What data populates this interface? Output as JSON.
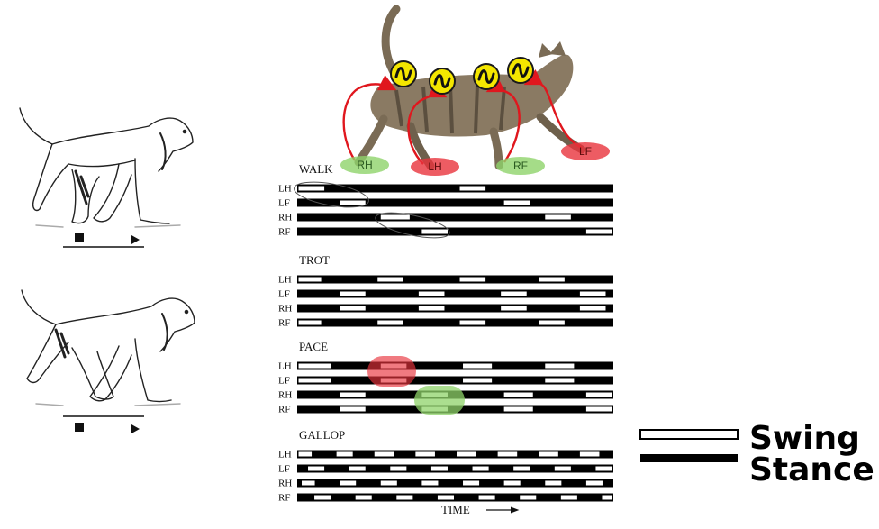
{
  "figure": {
    "type": "gait-footfall-diagram",
    "time_label": "TIME",
    "legend": {
      "swing": "Swing",
      "stance": "Stance"
    },
    "colors": {
      "stance": "#000000",
      "swing": "#ffffff",
      "red_highlight": "#e8333c",
      "green_highlight": "#8fd36a",
      "oscillator_fill": "#f4e600",
      "arrow": "#e0171e"
    },
    "cat": {
      "oscillator_icon": "sine-wave-oscillator-icon",
      "oscillator_count": 4,
      "foot_labels": [
        {
          "label": "RH",
          "color": "green"
        },
        {
          "label": "LH",
          "color": "red"
        },
        {
          "label": "RF",
          "color": "green"
        },
        {
          "label": "LF",
          "color": "red"
        }
      ]
    },
    "gaits": [
      {
        "name": "WALK",
        "legs": [
          {
            "label": "LH",
            "swing": [
              [
                0.0,
                0.09
              ],
              [
                0.51,
                0.6
              ]
            ]
          },
          {
            "label": "LF",
            "swing": [
              [
                0.13,
                0.22
              ],
              [
                0.65,
                0.74
              ]
            ]
          },
          {
            "label": "RH",
            "swing": [
              [
                0.26,
                0.36
              ],
              [
                0.78,
                0.87
              ]
            ]
          },
          {
            "label": "RF",
            "swing": [
              [
                0.39,
                0.48
              ],
              [
                0.91,
                1.0
              ]
            ]
          }
        ]
      },
      {
        "name": "TROT",
        "legs": [
          {
            "label": "LH",
            "swing": [
              [
                0.0,
                0.08
              ],
              [
                0.25,
                0.34
              ],
              [
                0.51,
                0.6
              ],
              [
                0.76,
                0.85
              ]
            ]
          },
          {
            "label": "LF",
            "swing": [
              [
                0.13,
                0.22
              ],
              [
                0.38,
                0.47
              ],
              [
                0.64,
                0.73
              ],
              [
                0.89,
                0.98
              ]
            ]
          },
          {
            "label": "RH",
            "swing": [
              [
                0.13,
                0.22
              ],
              [
                0.38,
                0.47
              ],
              [
                0.64,
                0.73
              ],
              [
                0.89,
                0.98
              ]
            ]
          },
          {
            "label": "RF",
            "swing": [
              [
                0.0,
                0.08
              ],
              [
                0.25,
                0.34
              ],
              [
                0.51,
                0.6
              ],
              [
                0.76,
                0.85
              ]
            ]
          }
        ]
      },
      {
        "name": "PACE",
        "legs": [
          {
            "label": "LH",
            "swing": [
              [
                0.0,
                0.11
              ],
              [
                0.26,
                0.35
              ],
              [
                0.52,
                0.62
              ],
              [
                0.78,
                0.88
              ]
            ]
          },
          {
            "label": "LF",
            "swing": [
              [
                0.0,
                0.11
              ],
              [
                0.26,
                0.35
              ],
              [
                0.52,
                0.62
              ],
              [
                0.78,
                0.88
              ]
            ]
          },
          {
            "label": "RH",
            "swing": [
              [
                0.13,
                0.22
              ],
              [
                0.39,
                0.48
              ],
              [
                0.65,
                0.75
              ],
              [
                0.91,
                1.0
              ]
            ]
          },
          {
            "label": "RF",
            "swing": [
              [
                0.13,
                0.22
              ],
              [
                0.39,
                0.48
              ],
              [
                0.65,
                0.75
              ],
              [
                0.91,
                1.0
              ]
            ]
          }
        ]
      },
      {
        "name": "GALLOP",
        "legs": [
          {
            "label": "LH",
            "swing": [
              [
                0.0,
                0.05
              ],
              [
                0.12,
                0.18
              ],
              [
                0.24,
                0.31
              ],
              [
                0.37,
                0.44
              ],
              [
                0.5,
                0.57
              ],
              [
                0.63,
                0.7
              ],
              [
                0.76,
                0.83
              ],
              [
                0.89,
                0.96
              ]
            ]
          },
          {
            "label": "LF",
            "swing": [
              [
                0.03,
                0.09
              ],
              [
                0.16,
                0.22
              ],
              [
                0.29,
                0.35
              ],
              [
                0.42,
                0.48
              ],
              [
                0.55,
                0.61
              ],
              [
                0.68,
                0.74
              ],
              [
                0.81,
                0.87
              ],
              [
                0.94,
                1.0
              ]
            ]
          },
          {
            "label": "RH",
            "swing": [
              [
                0.01,
                0.06
              ],
              [
                0.13,
                0.19
              ],
              [
                0.26,
                0.32
              ],
              [
                0.39,
                0.45
              ],
              [
                0.52,
                0.58
              ],
              [
                0.65,
                0.71
              ],
              [
                0.78,
                0.84
              ],
              [
                0.91,
                0.97
              ]
            ]
          },
          {
            "label": "RF",
            "swing": [
              [
                0.05,
                0.11
              ],
              [
                0.18,
                0.24
              ],
              [
                0.31,
                0.37
              ],
              [
                0.44,
                0.5
              ],
              [
                0.57,
                0.63
              ],
              [
                0.7,
                0.76
              ],
              [
                0.83,
                0.89
              ],
              [
                0.96,
                1.0
              ]
            ]
          }
        ]
      }
    ]
  }
}
